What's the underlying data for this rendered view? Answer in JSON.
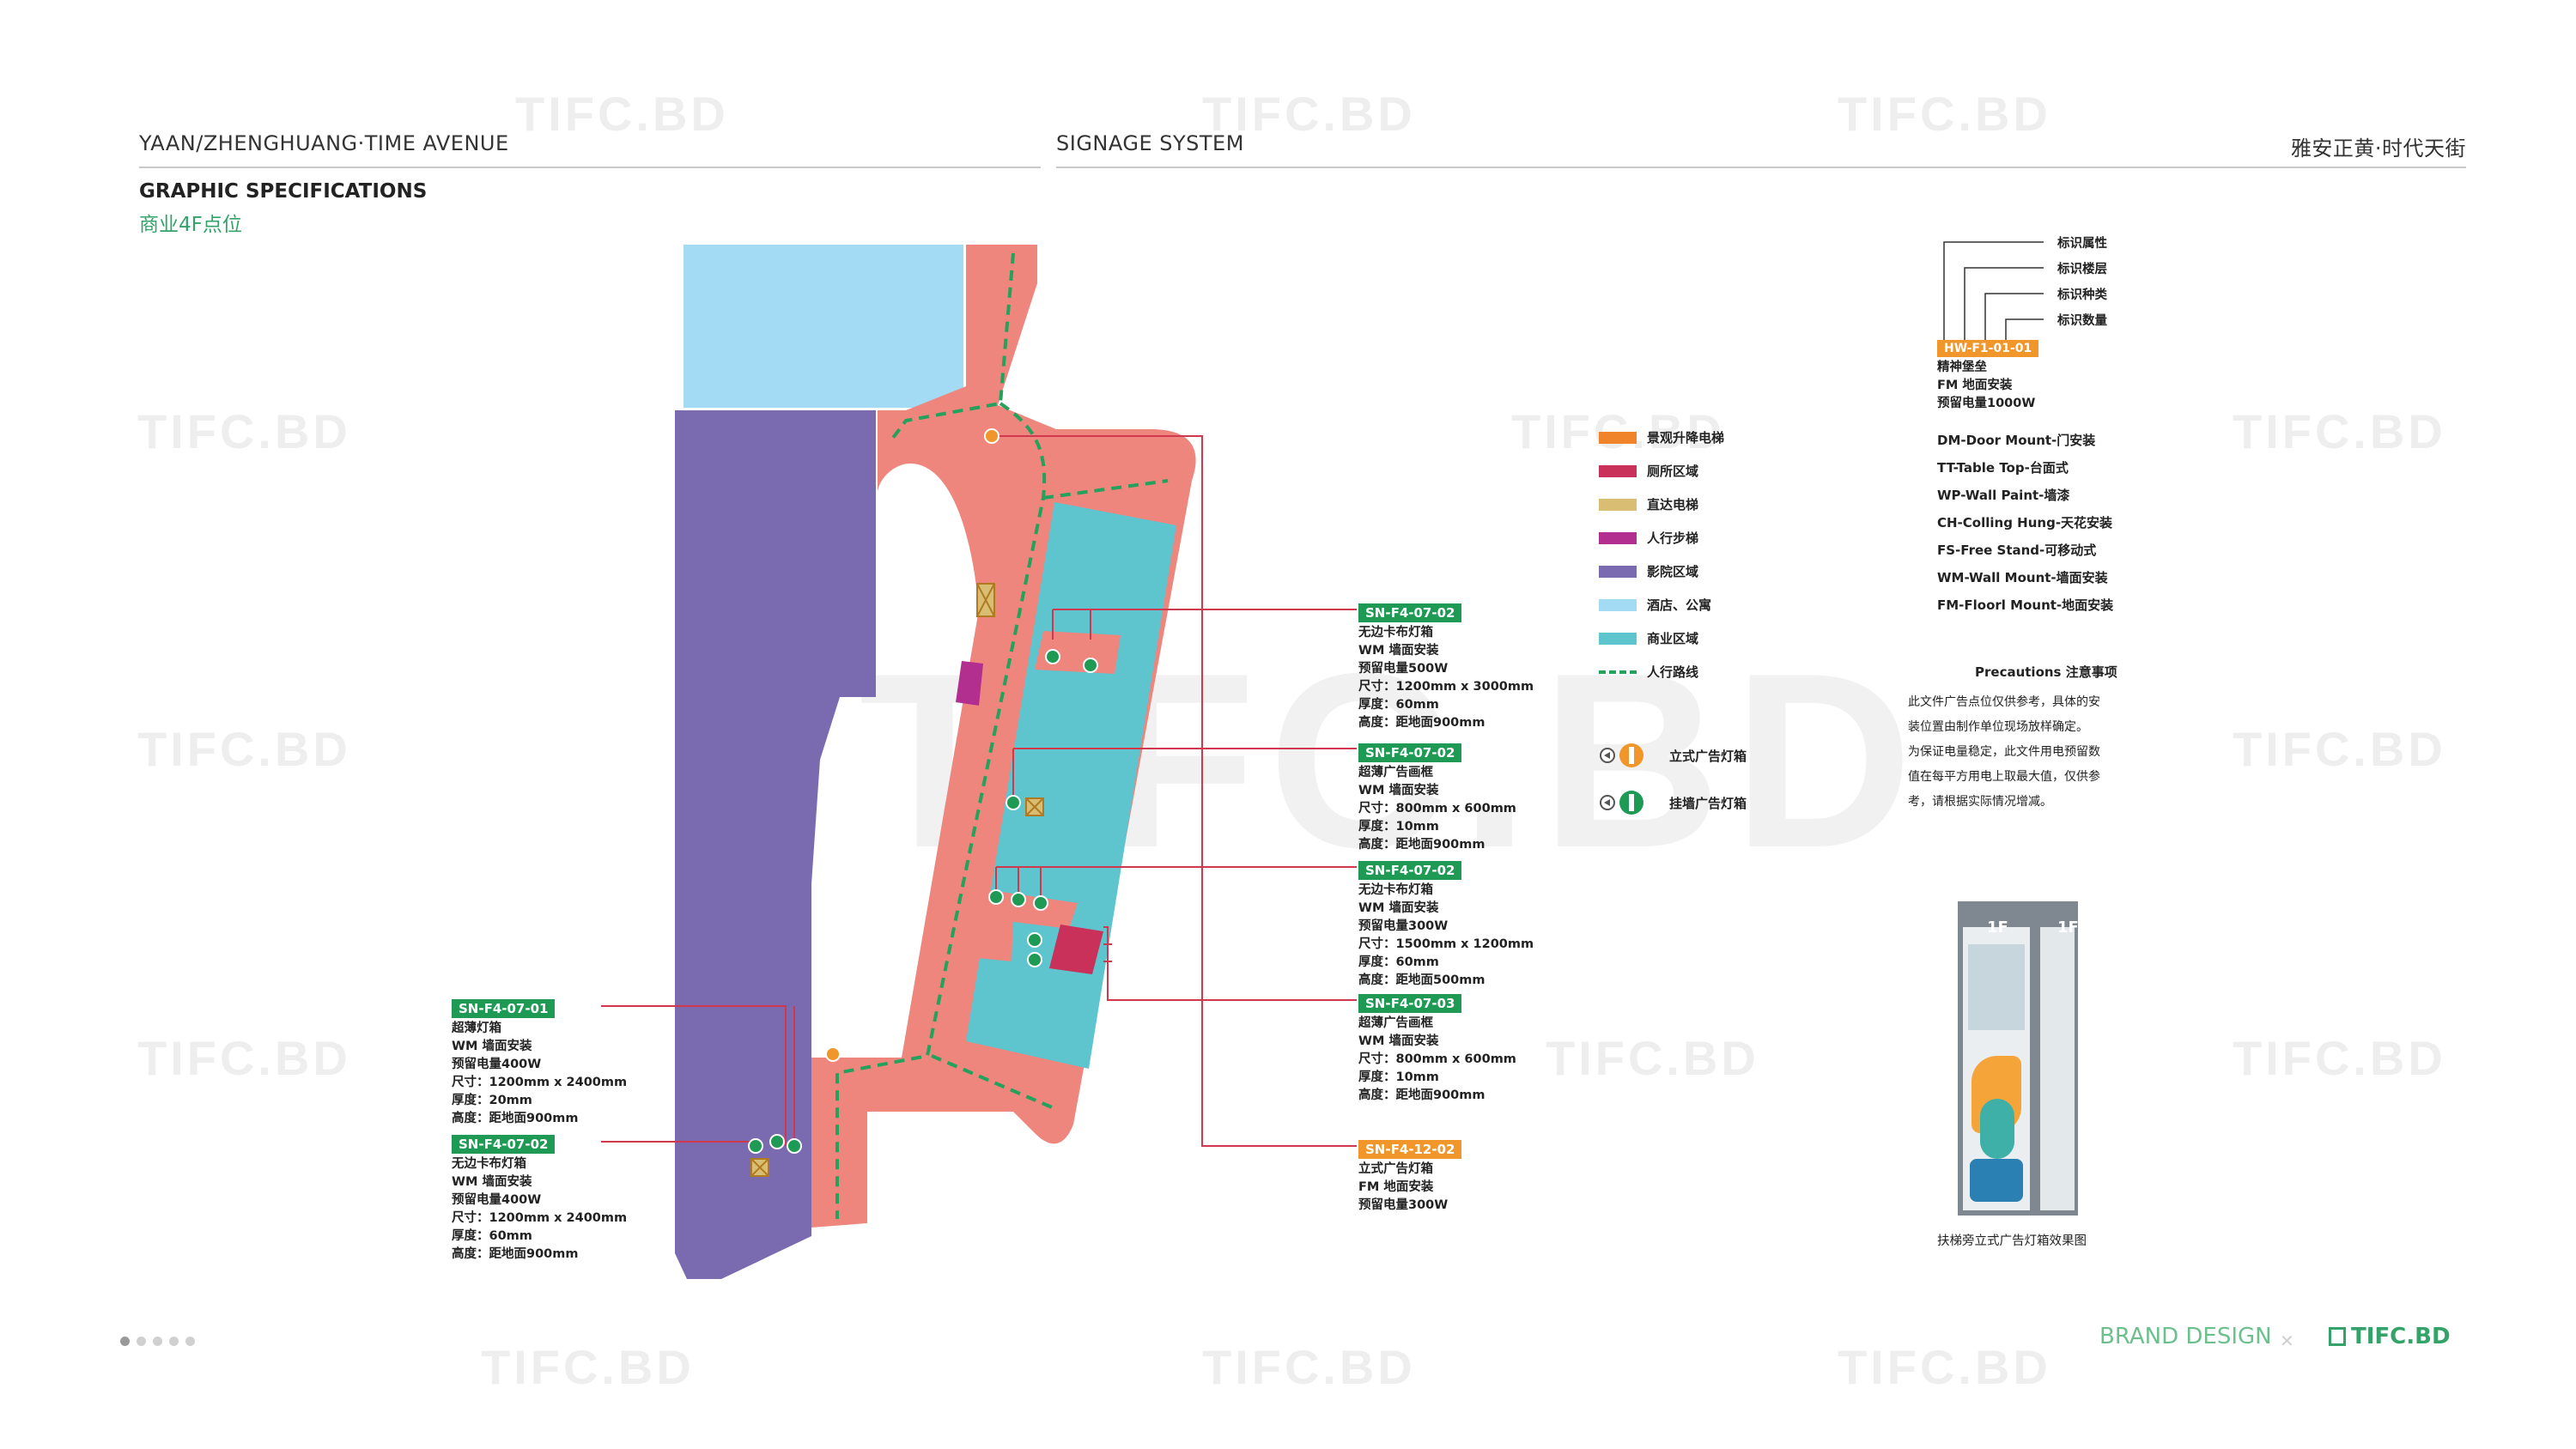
{
  "header": {
    "project": "YAAN/ZHENGHUANG·TIME AVENUE",
    "system": "SIGNAGE SYSTEM",
    "project_cn": "雅安正黄·时代天街",
    "section": "GRAPHIC SPECIFICATIONS",
    "floor": "商业4F点位"
  },
  "watermark": "TIFC.BD",
  "code_key": {
    "code": "HW-F1-01-01",
    "labels": [
      "标识属性",
      "标识楼层",
      "标识种类",
      "标识数量"
    ],
    "lines": [
      "精神堡垒",
      "FM 地面安装",
      "预留电量1000W"
    ]
  },
  "mount_types": [
    "DM-Door Mount-门安装",
    "TT-Table Top-台面式",
    "WP-Wall Paint-墙漆",
    "CH-Colling Hung-天花安装",
    "FS-Free Stand-可移动式",
    "WM-Wall Mount-墙面安装",
    "FM-Floorl Mount-地面安装"
  ],
  "legend": [
    {
      "label": "景观升降电梯",
      "color": "#f0842b",
      "kind": "swatch"
    },
    {
      "label": "厕所区域",
      "color": "#c9305a",
      "kind": "swatch"
    },
    {
      "label": "直达电梯",
      "color": "#d8bd72",
      "kind": "swatch"
    },
    {
      "label": "人行步梯",
      "color": "#b22e8f",
      "kind": "swatch"
    },
    {
      "label": "影院区域",
      "color": "#7a6bb0",
      "kind": "swatch"
    },
    {
      "label": "酒店、公寓",
      "color": "#a3dbf4",
      "kind": "swatch"
    },
    {
      "label": "商业区域",
      "color": "#5ec4ce",
      "kind": "swatch"
    },
    {
      "label": "人行路线",
      "color": "#24a15a",
      "kind": "dash"
    }
  ],
  "sign_icons": [
    {
      "label": "立式广告灯箱",
      "color": "#f0962b"
    },
    {
      "label": "挂墙广告灯箱",
      "color": "#1f9a55"
    }
  ],
  "precautions": {
    "title": "Precautions 注意事项",
    "lines": [
      "此文件广告点位仅供参考，具体的安",
      "装位置由制作单位现场放样确定。",
      "为保证电量稳定，此文件用电预留数",
      "值在每平方用电上取最大值，仅供参",
      "考，请根据实际情况增减。"
    ]
  },
  "photo": {
    "caption": "扶梯旁立式广告灯箱效果图",
    "floor_label": "1F"
  },
  "annotations": [
    {
      "id": "a1",
      "code": "SN-F4-07-02",
      "color": "g",
      "lines": [
        "无边卡布灯箱",
        "WM 墙面安装",
        "预留电量500W",
        "尺寸：1200mm x 3000mm",
        "厚度：60mm",
        "高度：距地面900mm"
      ]
    },
    {
      "id": "a2",
      "code": "SN-F4-07-02",
      "color": "g",
      "lines": [
        "超薄广告画框",
        "WM 墙面安装",
        "尺寸：800mm x 600mm",
        "厚度：10mm",
        "高度：距地面900mm"
      ]
    },
    {
      "id": "a3",
      "code": "SN-F4-07-02",
      "color": "g",
      "lines": [
        "无边卡布灯箱",
        "WM 墙面安装",
        "预留电量300W",
        "尺寸：1500mm x 1200mm",
        "厚度：60mm",
        "高度：距地面500mm"
      ]
    },
    {
      "id": "a4",
      "code": "SN-F4-07-03",
      "color": "g",
      "lines": [
        "超薄广告画框",
        "WM 墙面安装",
        "尺寸：800mm x 600mm",
        "厚度：10mm",
        "高度：距地面900mm"
      ]
    },
    {
      "id": "a5",
      "code": "SN-F4-12-02",
      "color": "o",
      "lines": [
        "立式广告灯箱",
        "FM 地面安装",
        "预留电量300W"
      ]
    },
    {
      "id": "a6",
      "code": "SN-F4-07-01",
      "color": "g",
      "lines": [
        "超薄灯箱",
        "WM 墙面安装",
        "预留电量400W",
        "尺寸：1200mm x 2400mm",
        "厚度：20mm",
        "高度：距地面900mm"
      ]
    },
    {
      "id": "a7",
      "code": "SN-F4-07-02",
      "color": "g",
      "lines": [
        "无边卡布灯箱",
        "WM 墙面安装",
        "预留电量400W",
        "尺寸：1200mm x 2400mm",
        "厚度：60mm",
        "高度：距地面900mm"
      ]
    }
  ],
  "footer": {
    "brand": "BRAND DESIGN",
    "logo": "TIFC.BD",
    "pages": 5,
    "current": 1
  }
}
